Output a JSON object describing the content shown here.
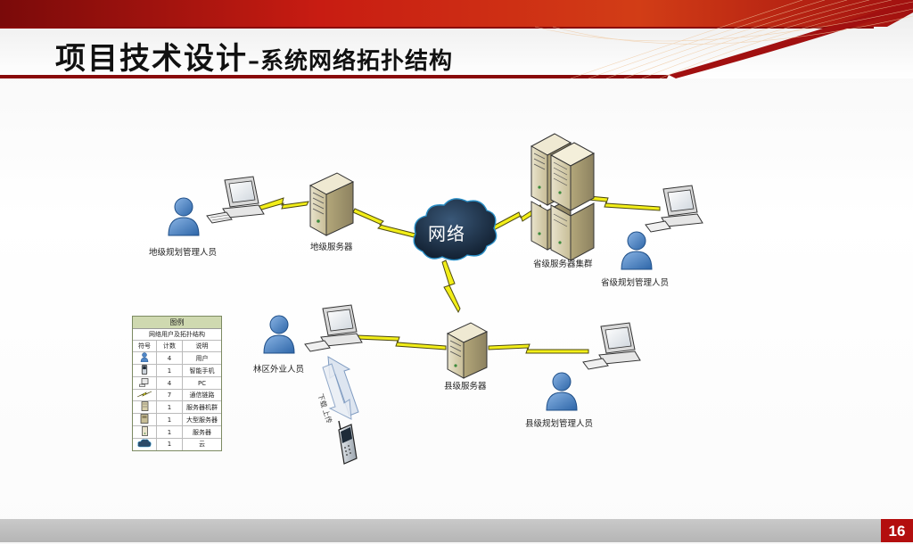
{
  "title": {
    "main": "项目技术设计",
    "sub": "–系统网络拓扑结构"
  },
  "page_number": "16",
  "labels": {
    "district_staff": "地级规划管理人员",
    "district_server": "地级服务器",
    "cloud": "网络",
    "province_cluster": "省级服务器集群",
    "province_staff": "省级规划管理人员",
    "forest_staff": "林区外业人员",
    "county_server": "县级服务器",
    "county_staff": "县级规划管理人员",
    "sync_arrow": "下载 上传"
  },
  "legend": {
    "title": "图例",
    "subtitle": "网络用户及拓扑结构",
    "headers": [
      "符号",
      "计数",
      "说明"
    ],
    "rows": [
      {
        "icon": "user-icon",
        "count": "4",
        "desc": "用户"
      },
      {
        "icon": "smartphone-icon",
        "count": "1",
        "desc": "智能手机"
      },
      {
        "icon": "pc-icon",
        "count": "4",
        "desc": "PC"
      },
      {
        "icon": "link-icon",
        "count": "7",
        "desc": "通信链路"
      },
      {
        "icon": "server-rack-icon",
        "count": "1",
        "desc": "服务器机群"
      },
      {
        "icon": "mainframe-icon",
        "count": "1",
        "desc": "大型服务器"
      },
      {
        "icon": "server-icon",
        "count": "1",
        "desc": "服务器"
      },
      {
        "icon": "cloud-icon",
        "count": "1",
        "desc": "云"
      }
    ]
  },
  "colors": {
    "banner_red": "#b31010",
    "link_yellow": "#f4f21a",
    "user_blue": "#4f86c6",
    "cloud_dark": "#1c2b3e",
    "page_badge": "#b30e0e"
  }
}
